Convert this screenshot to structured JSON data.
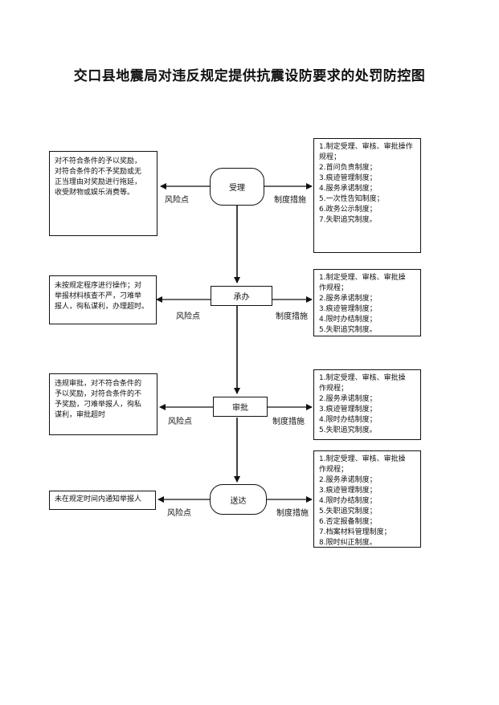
{
  "title": "交口县地震局对违反规定提供抗震设防要求的处罚防控图",
  "stages": [
    {
      "node": "受理",
      "risk_label": "风险点",
      "measure_label": "制度措施",
      "risk_lines": [
        "对不符合条件的予以奖励，",
        "对符合条件的不予奖励或无",
        "正当理由对奖励进行拖延，",
        "收受财物或娱乐消费等。"
      ],
      "measure_lines": [
        "1.制定受理、审核、审批操作",
        "规程；",
        "2.首问负责制度；",
        "3.痕迹管理制度；",
        "4.服务承诺制度；",
        "5.一次性告知制度；",
        "6.政务公示制度；",
        "7.失职追究制度。"
      ]
    },
    {
      "node": "承办",
      "risk_label": "风险点",
      "measure_label": "制度措施",
      "risk_lines": [
        "未按规定程序进行操作；对",
        "举报材料核查不严，刁难举",
        "报人，徇私谋利，办理超时。"
      ],
      "measure_lines": [
        "1.制定受理、审核、审批操",
        "作规程；",
        "2.服务承诺制度；",
        "3.痕迹管理制度；",
        "4.限时办结制度；",
        "5.失职追究制度。"
      ]
    },
    {
      "node": "审批",
      "risk_label": "风险点",
      "measure_label": "制度措施",
      "risk_lines": [
        "违规审批，对不符合条件的",
        "予以奖励，对符合条件的不",
        "予奖励，刁难举报人，徇私",
        "谋利，审批超时"
      ],
      "measure_lines": [
        "1.制定受理、审核、审批操",
        "作规程；",
        "2.服务承诺制度；",
        "3.痕迹管理制度；",
        "4.限时办结制度；",
        "5.失职追究制度。"
      ]
    },
    {
      "node": "送达",
      "risk_label": "风险点",
      "measure_label": "制度措施",
      "risk_lines": [
        "未在规定时间内通知举报人"
      ],
      "measure_lines": [
        "1.制定受理、审核、审批操",
        "作规程；",
        "2.服务承诺制度；",
        "3.痕迹管理制度；",
        "4.限时办结制度；",
        "5.失职追究制度；",
        "6.否定报备制度；",
        "7.档案材料管理制度；",
        "8.限时纠正制度。"
      ]
    }
  ]
}
